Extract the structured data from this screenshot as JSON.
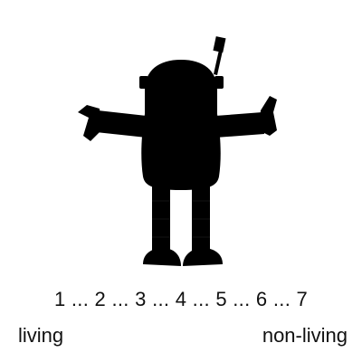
{
  "scale": {
    "numbers": "1 ... 2 ... 3 ... 4 ... 5 ... 6 ... 7",
    "left_label": "living",
    "right_label": "non-living"
  },
  "figure": {
    "icon": "robot-silhouette-icon",
    "color": "#000000"
  }
}
